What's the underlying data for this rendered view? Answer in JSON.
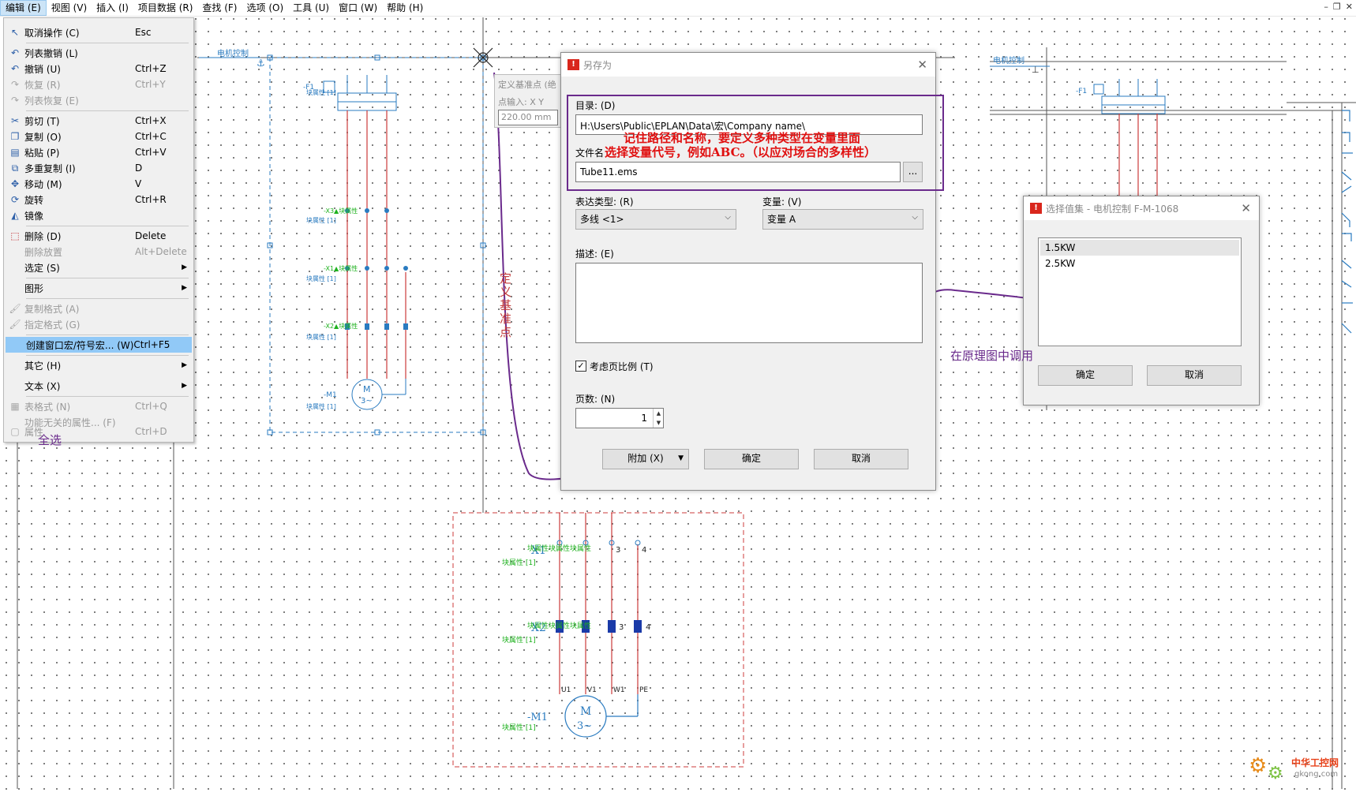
{
  "menubar": {
    "items": [
      "编辑 (E)",
      "视图 (V)",
      "插入 (I)",
      "项目数据 (R)",
      "查找 (F)",
      "选项 (O)",
      "工具 (U)",
      "窗口 (W)",
      "帮助 (H)"
    ]
  },
  "edit_menu": {
    "items": [
      {
        "icon": "undo-arrow-icon",
        "label": "取消操作 (C)",
        "shortcut": "Esc"
      },
      {
        "icon": "list-undo-icon",
        "label": "列表撤销 (L)",
        "shortcut": ""
      },
      {
        "icon": "undo-icon",
        "label": "撤销 (U)",
        "shortcut": "Ctrl+Z"
      },
      {
        "icon": "redo-icon",
        "label": "恢复 (R)",
        "shortcut": "Ctrl+Y"
      },
      {
        "icon": "list-redo-icon",
        "label": "列表恢复 (E)",
        "shortcut": ""
      },
      {
        "icon": "cut-icon",
        "label": "剪切 (T)",
        "shortcut": "Ctrl+X"
      },
      {
        "icon": "copy-icon",
        "label": "复制 (O)",
        "shortcut": "Ctrl+C"
      },
      {
        "icon": "paste-icon",
        "label": "粘贴 (P)",
        "shortcut": "Ctrl+V"
      },
      {
        "icon": "multi-copy-icon",
        "label": "多重复制 (I)",
        "shortcut": "D"
      },
      {
        "icon": "move-icon",
        "label": "移动 (M)",
        "shortcut": "V"
      },
      {
        "icon": "rotate-icon",
        "label": "旋转",
        "shortcut": "Ctrl+R"
      },
      {
        "icon": "mirror-icon",
        "label": "镜像",
        "shortcut": ""
      },
      {
        "icon": "delete-icon",
        "label": "删除 (D)",
        "shortcut": "Delete"
      },
      {
        "icon": "",
        "label": "删除放置",
        "shortcut": "Alt+Delete"
      },
      {
        "icon": "",
        "label": "选定 (S)",
        "shortcut": ""
      },
      {
        "icon": "",
        "label": "图形",
        "shortcut": ""
      },
      {
        "icon": "format-brush-icon",
        "label": "复制格式 (A)",
        "shortcut": ""
      },
      {
        "icon": "format-apply-icon",
        "label": "指定格式 (G)",
        "shortcut": ""
      },
      {
        "icon": "",
        "label": "创建窗口宏/符号宏... (W)",
        "shortcut": "Ctrl+F5"
      },
      {
        "icon": "",
        "label": "其它 (H)",
        "shortcut": ""
      },
      {
        "icon": "",
        "label": "文本 (X)",
        "shortcut": ""
      },
      {
        "icon": "table-icon",
        "label": "表格式 (N)",
        "shortcut": "Ctrl+Q"
      },
      {
        "icon": "",
        "label": "功能无关的属性... (F)",
        "shortcut": ""
      },
      {
        "icon": "properties-icon",
        "label": "属性",
        "shortcut": "Ctrl+D"
      }
    ]
  },
  "save_as_dialog": {
    "title": "另存为",
    "directory_label": "目录: (D)",
    "directory_value": "H:\\Users\\Public\\EPLAN\\Data\\宏\\Company name\\",
    "filename_label": "文件名",
    "filename_value": "Tube11.ems",
    "browse_label": "...",
    "rep_type_label": "表达类型: (R)",
    "rep_type_value": "多线 <1>",
    "variant_label": "变量: (V)",
    "variant_value": "变量 A",
    "description_label": "描述: (E)",
    "description_value": "",
    "scale_checkbox_label": "考虑页比例 (T)",
    "scale_checked": true,
    "pages_label": "页数: (N)",
    "pages_value": "1",
    "extra_button": "附加 (X)",
    "ok_button": "确定",
    "cancel_button": "取消"
  },
  "value_set_dialog": {
    "title": "选择值集 - 电机控制 F-M-1068",
    "options": [
      "1.5KW",
      "2.5KW"
    ],
    "ok_button": "确定",
    "cancel_button": "取消"
  },
  "background_dialog": {
    "title": "定义基准点 (绝",
    "input_label": "点输入: X Y",
    "value": "220.00 mm"
  },
  "annotations": {
    "note_line1": "记住路径和名称，要定义多种类型在变量里面",
    "note_line2": "选择变量代号，例如ABC。（以应对场合的多样性）",
    "select_all": "全选",
    "define_base": "定义基准点",
    "use_in_schematic": "在原理图中调用"
  },
  "schematic": {
    "left_title": "电机控制",
    "right_title": "电机控制",
    "device_f1": "-F1",
    "device_m1": "-M1",
    "motor_label": "M",
    "motor_phase": "3~",
    "terminal_x1": "X1",
    "terminal_x2": "X2",
    "pins": [
      "U1",
      "V1",
      "W1",
      "PE"
    ],
    "term_numbers": [
      "3",
      "4"
    ],
    "prop_text": "块属性 [1]"
  },
  "watermark": {
    "site_cn": "中华工控网",
    "site_url": "gkong.com"
  },
  "colors": {
    "schematic_blue": "#2a7bc0",
    "wire_red": "#cc3b3b",
    "terminal_green": "#1db11d",
    "annotation_purple": "#6a2a8c",
    "annotation_red": "#e01010",
    "menu_highlight": "#91c9f7"
  }
}
